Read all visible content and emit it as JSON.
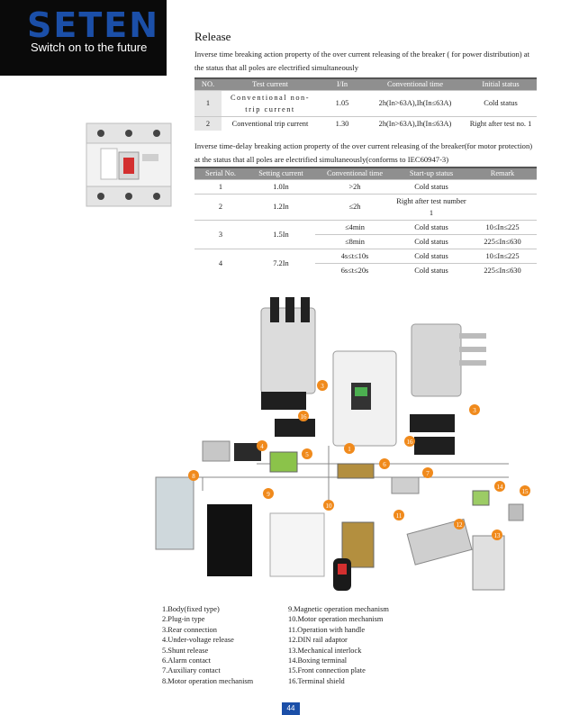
{
  "brand": {
    "logo": "SETEN",
    "tagline": "Switch on to the future"
  },
  "section": {
    "title": "Release",
    "desc1": "Inverse time breaking action property of the over current releasing of the breaker ( for power distribution) at the status that all poles are electrified simultaneously",
    "desc2": "Inverse time-delay breaking action property of the over current releasing of the breaker(for motor protection) at the status that all poles are electrified simultaneously(conforms to IEC60947-3)"
  },
  "table1": {
    "headers": [
      "NO.",
      "Test current",
      "I/In",
      "Conventional time",
      "Initial status"
    ],
    "rows": [
      [
        "1",
        "Conventional non-trip current",
        "1.05",
        "2h(In>63A),Ih(In≤63A)",
        "Cold status"
      ],
      [
        "2",
        "Conventional trip current",
        "1.30",
        "2h(In>63A),Ih(In≤63A)",
        "Right after test no. 1"
      ]
    ]
  },
  "table2": {
    "headers": [
      "Serial No.",
      "Setting current",
      "Conventional time",
      "Start-up status",
      "Remark"
    ],
    "rows": {
      "r1": {
        "no": "1",
        "setting": "1.0In",
        "time": ">2h",
        "status": "Cold status",
        "remark": ""
      },
      "r2": {
        "no": "2",
        "setting": "1.2In",
        "time": "≤2h",
        "status": "Right after test number 1",
        "remark": ""
      },
      "r3": {
        "no": "3",
        "setting": "1.5In",
        "time_a": "≤4min",
        "status_a": "Cold status",
        "remark_a": "10≤In≤225",
        "time_b": "≤8min",
        "status_b": "Cold status",
        "remark_b": "225≤In≤630"
      },
      "r4": {
        "no": "4",
        "setting": "7.2In",
        "time_a": "4s≤t≤10s",
        "status_a": "Cold status",
        "remark_a": "10≤In≤225",
        "time_b": "6s≤t≤20s",
        "status_b": "Cold status",
        "remark_b": "225≤In≤630"
      }
    }
  },
  "legend": {
    "left": [
      "1.Body(fixed type)",
      "2.Plug-in type",
      "3.Rear connection",
      "4.Under-voltage release",
      "5.Shunt release",
      "6.Alarm contact",
      "7.Auxiliary contact",
      "8.Motor operation mechanism"
    ],
    "right": [
      "9.Magnetic operation mechanism",
      "10.Motor operation mechanism",
      "11.Operation with handle",
      "12.DIN rail adaptor",
      "13.Mechanical interlock",
      "14.Boxing terminal",
      "15.Front connection plate",
      "16.Terminal shield"
    ]
  },
  "callouts": [
    "1",
    "2",
    "3",
    "4",
    "5",
    "6",
    "7",
    "8",
    "9",
    "10",
    "11",
    "12",
    "13",
    "14",
    "15",
    "16"
  ],
  "page_number": "44",
  "colors": {
    "brand_blue": "#1b4fa8",
    "header_gray": "#8f8f8f",
    "callout_orange": "#f08a1c",
    "logo_bg": "#0a0a0a"
  }
}
